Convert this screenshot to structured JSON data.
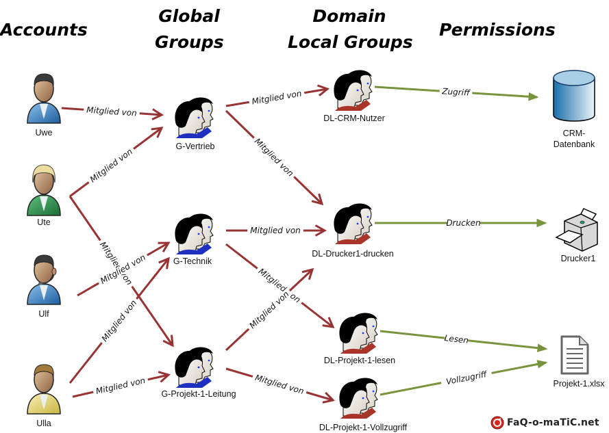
{
  "headings": {
    "accounts": "Accounts",
    "global_groups": [
      "Global",
      "Groups"
    ],
    "domain_local_groups": [
      "Domain",
      "Local Groups"
    ],
    "permissions": "Permissions"
  },
  "colors": {
    "membership_edge": "#993333",
    "permission_edge": "#77933c",
    "group_global_collar": "#1f2fbf",
    "group_domain_local_collar": "#a8342a"
  },
  "accounts": [
    {
      "id": "uwe",
      "label": "Uwe",
      "icon": "user-male-blue-icon"
    },
    {
      "id": "ute",
      "label": "Ute",
      "icon": "user-female-green-icon"
    },
    {
      "id": "ulf",
      "label": "Ulf",
      "icon": "user-headset-blue-icon"
    },
    {
      "id": "ulla",
      "label": "Ulla",
      "icon": "user-yellow-icon"
    }
  ],
  "global_groups": [
    {
      "id": "g-vertrieb",
      "label": "G-Vertrieb"
    },
    {
      "id": "g-technik",
      "label": "G-Technik"
    },
    {
      "id": "g-projekt",
      "label": "G-Projekt-1-Leitung"
    }
  ],
  "domain_local_groups": [
    {
      "id": "dl-crm",
      "label": "DL-CRM-Nutzer"
    },
    {
      "id": "dl-drucker",
      "label": "DL-Drucker1-drucken"
    },
    {
      "id": "dl-lesen",
      "label": "DL-Projekt-1-lesen"
    },
    {
      "id": "dl-voll",
      "label": "DL-Projekt-1-Vollzugriff"
    }
  ],
  "resources": [
    {
      "id": "crm",
      "label": [
        "CRM-",
        "Datenbank"
      ],
      "icon": "database-icon"
    },
    {
      "id": "drucker",
      "label": [
        "Drucker1"
      ],
      "icon": "printer-icon"
    },
    {
      "id": "projekt",
      "label": [
        "Projekt-1.xlsx"
      ],
      "icon": "document-icon"
    }
  ],
  "edges": [
    {
      "from": "uwe",
      "to": "g-vertrieb",
      "label": "Mitglied von",
      "kind": "membership"
    },
    {
      "from": "ute",
      "to": "g-vertrieb",
      "label": "Mitglied von",
      "kind": "membership"
    },
    {
      "from": "ute",
      "to": "g-projekt",
      "label": "Mitglied von",
      "kind": "membership"
    },
    {
      "from": "ulf",
      "to": "g-technik",
      "label": "Mitglied von",
      "kind": "membership"
    },
    {
      "from": "ulla",
      "to": "g-technik",
      "label": "Mitglied von",
      "kind": "membership"
    },
    {
      "from": "ulla",
      "to": "g-projekt",
      "label": "Mitglied von",
      "kind": "membership"
    },
    {
      "from": "g-vertrieb",
      "to": "dl-crm",
      "label": "Mitglied von",
      "kind": "membership"
    },
    {
      "from": "g-vertrieb",
      "to": "dl-drucker",
      "label": "Mitglied von",
      "kind": "membership"
    },
    {
      "from": "g-technik",
      "to": "dl-drucker",
      "label": "Mitglied von",
      "kind": "membership"
    },
    {
      "from": "g-technik",
      "to": "dl-lesen",
      "label": "Mitglied von",
      "kind": "membership"
    },
    {
      "from": "g-projekt",
      "to": "dl-drucker",
      "label": "Mitglied von",
      "kind": "membership"
    },
    {
      "from": "g-projekt",
      "to": "dl-voll",
      "label": "Mitglied von",
      "kind": "membership"
    },
    {
      "from": "dl-crm",
      "to": "crm",
      "label": "Zugriff",
      "kind": "permission"
    },
    {
      "from": "dl-drucker",
      "to": "drucker",
      "label": "Drucken",
      "kind": "permission"
    },
    {
      "from": "dl-lesen",
      "to": "projekt",
      "label": "Lesen",
      "kind": "permission"
    },
    {
      "from": "dl-voll",
      "to": "projekt",
      "label": "Vollzugriff",
      "kind": "permission"
    }
  ],
  "logo": {
    "text": "FaQ-o-maTiC.net",
    "icon": "faq-o-matic-logo-icon"
  }
}
